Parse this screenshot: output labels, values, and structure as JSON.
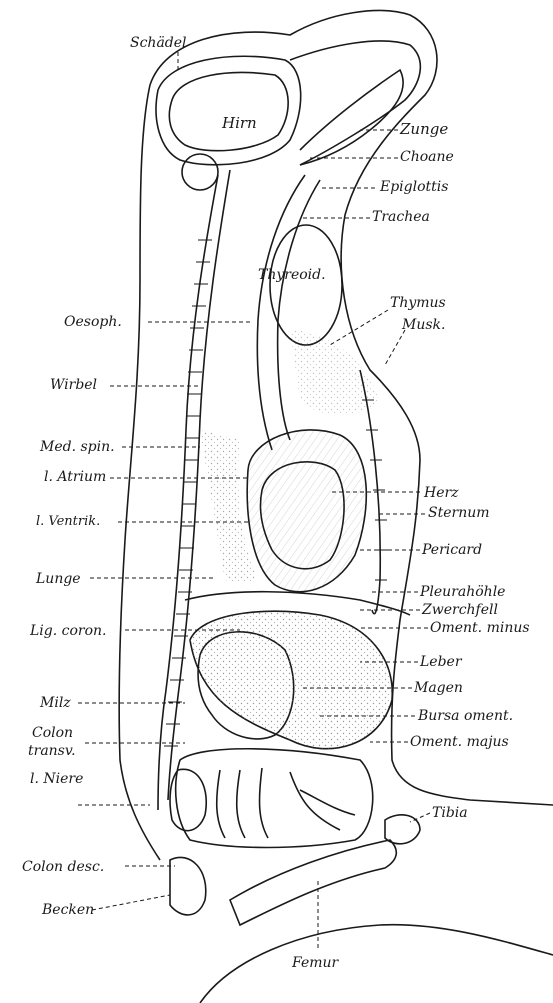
{
  "labels": {
    "schaedel": "Schädel",
    "hirn": "Hirn",
    "zunge": "Zunge",
    "choane": "Choane",
    "epiglottis": "Epiglottis",
    "trachea": "Trachea",
    "thyreoid": "Thyreoid.",
    "thymus": "Thymus",
    "musk": "Musk.",
    "oesoph": "Oesoph.",
    "wirbel": "Wirbel",
    "med_spin": "Med. spin.",
    "l_atrium": "l. Atrium",
    "l_ventrik": "l. Ventrik.",
    "herz": "Herz",
    "sternum": "Sternum",
    "pericard": "Pericard",
    "lunge": "Lunge",
    "pleurahoehle": "Pleurahöhle",
    "zwerchfell": "Zwerchfell",
    "lig_coron": "Lig. coron.",
    "oment_minus": "Oment. minus",
    "leber": "Leber",
    "magen": "Magen",
    "milz": "Milz",
    "bursa_oment": "Bursa oment.",
    "colon_transv_1": "Colon",
    "colon_transv_2": "transv.",
    "oment_majus": "Oment. majus",
    "l_niere": "l. Niere",
    "tibia": "Tibia",
    "colon_desc": "Colon desc.",
    "becken": "Becken",
    "femur": "Femur"
  },
  "colors": {
    "ink": "#1a1a1a",
    "paper": "#ffffff",
    "stipple": "#9a9a9a"
  }
}
